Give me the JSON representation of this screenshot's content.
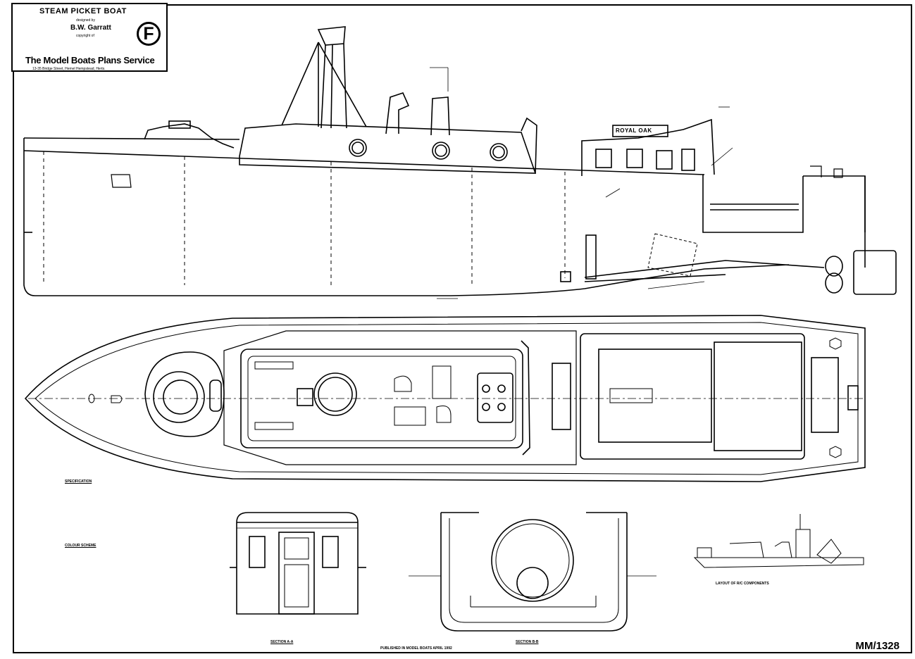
{
  "title_block": {
    "boat_name": "STEAM PICKET BOAT",
    "designed_by_label": "designed by",
    "designer": "B.W. Garratt",
    "copyright_label": "copyright of",
    "service_name": "The Model Boats Plans Service",
    "address": "13-35 Bridge Street, Hemel Hempstead, Herts.",
    "plan_letter": "F"
  },
  "drawing": {
    "reference": "MM/1328",
    "publication_note": "PUBLISHED IN MODEL BOATS APRIL 1992",
    "section_a_label": "SECTION A-A",
    "section_b_label": "SECTION B-B",
    "cabin_nameplate": "ROYAL OAK",
    "layout_caption": "LAYOUT OF R/C COMPONENTS",
    "specification_heading": "SPECIFICATION",
    "colour_heading": "COLOUR SCHEME"
  },
  "colors": {
    "ink": "#000000",
    "paper": "#ffffff",
    "hatch": "#555555"
  }
}
